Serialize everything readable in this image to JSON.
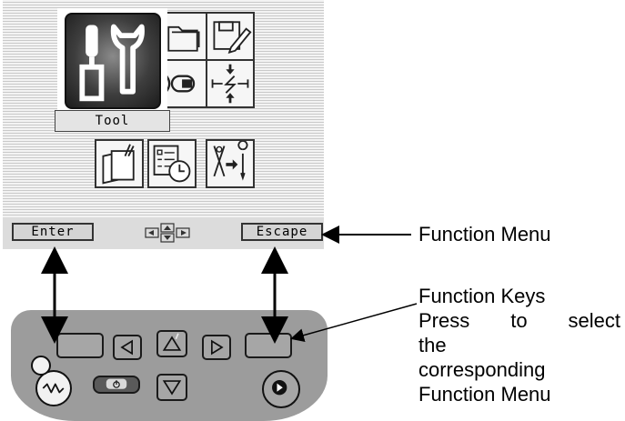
{
  "screen": {
    "popup_label": "Tool",
    "enter_label": "Enter",
    "escape_label": "Escape",
    "icons": [
      "folder-icon",
      "save-edit-icon",
      "monitor-icon",
      "transfer-icon",
      "notes-icon",
      "schedule-icon",
      "wire-setting-icon",
      "tool-icon"
    ]
  },
  "annotations": {
    "function_menu": "Function Menu",
    "function_keys_line1": "Function Keys",
    "function_keys_line2": "Press to select",
    "function_keys_line3": "the",
    "function_keys_line4": "corresponding",
    "function_keys_line5": "Function Menu"
  }
}
